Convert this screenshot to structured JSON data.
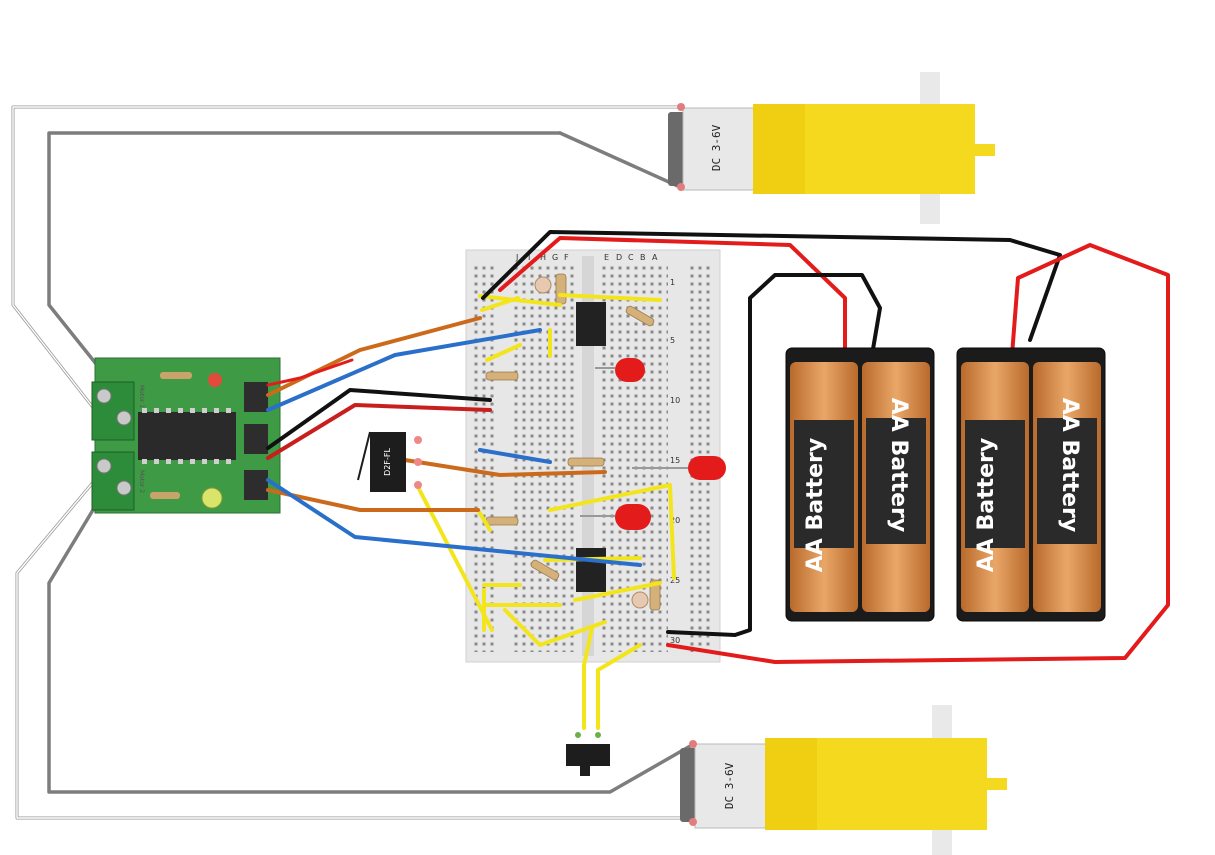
{
  "motors": {
    "top": {
      "label": "DC 3-6V"
    },
    "bottom": {
      "label": "DC 3-6V"
    }
  },
  "batteries": {
    "left": {
      "cell1": "AA Battery",
      "cell2": "AA Battery"
    },
    "right": {
      "cell1": "AA Battery",
      "cell2": "AA Battery"
    }
  },
  "driver_board": {
    "label_motor1": "Motor 1",
    "label_motor2": "Motor 2"
  },
  "limit_switch": {
    "label": "D2F-FL"
  },
  "breadboard": {
    "row_letters": [
      "J",
      "I",
      "H",
      "G",
      "F",
      "E",
      "D",
      "C",
      "B",
      "A"
    ],
    "col_numbers": [
      "1",
      "5",
      "10",
      "15",
      "20",
      "25",
      "30"
    ]
  },
  "colors": {
    "red_wire": "#e31b1b",
    "black_wire": "#111111",
    "blue_wire": "#2a6fc9",
    "orange_wire": "#cc6a1c",
    "yellow_wire": "#f2e51c",
    "gray_wire": "#8a8a8a",
    "motor_yellow": "#f5d91f",
    "board_green": "#3f9a45"
  }
}
